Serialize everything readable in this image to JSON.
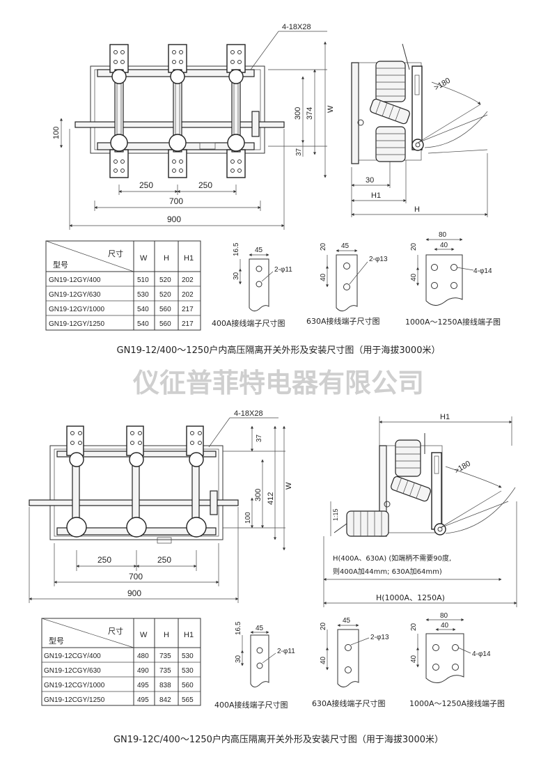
{
  "watermark": "仪征普菲特电器有限公司",
  "top": {
    "caption": "GN19-12/400～1250户内高压隔离开关外形及安装尺寸图（用于海拔3000米）",
    "front": {
      "hole": "4-18X28",
      "d250a": "250",
      "d250b": "250",
      "d700": "700",
      "d900": "900",
      "d300": "300",
      "d374": "374",
      "dW": "W",
      "d100": "100",
      "d37": "37"
    },
    "side": {
      "angle": ">180",
      "d30": "30",
      "dH1": "H1",
      "dH": "H"
    },
    "table": {
      "header_size": "尺寸",
      "header_model": "型号",
      "cols": [
        "W",
        "H",
        "H1"
      ],
      "rows": [
        [
          "GN19-12GY/400",
          "510",
          "520",
          "202"
        ],
        [
          "GN19-12GY/630",
          "530",
          "520",
          "202"
        ],
        [
          "GN19-12GY/1000",
          "540",
          "560",
          "217"
        ],
        [
          "GN19-12GY/1250",
          "540",
          "560",
          "217"
        ]
      ]
    },
    "terminals": [
      {
        "caption": "400A接线端子尺寸图",
        "w": "45",
        "top": "16.5",
        "gap": "30",
        "hole": "2-φ11"
      },
      {
        "caption": "630A接线端子尺寸图",
        "w": "45",
        "top": "20",
        "gap": "40",
        "hole": "2-φ13"
      },
      {
        "caption": "1000A～1250A接线端子图",
        "w": "80",
        "w2": "40",
        "top": "20",
        "gap": "40",
        "hole": "4-φ14"
      }
    ]
  },
  "bottom": {
    "caption": "GN19-12C/400～1250户内高压隔离开关外形及安装尺寸图（用于海拔3000米）",
    "front": {
      "hole": "4-18X28",
      "d250a": "250",
      "d250b": "250",
      "d700": "700",
      "d900": "900",
      "d37": "37",
      "d300": "300",
      "d412": "412",
      "dW": "W",
      "d100": "100"
    },
    "side": {
      "dH1": "H1",
      "angle": ">180",
      "d15": "1:15",
      "note1": "H(400A、630A) (如端柄不需要90度,",
      "note2": "则400A加44mm; 630A加64mm)",
      "note3": "H(1000A、1250A)"
    },
    "table": {
      "header_size": "尺寸",
      "header_model": "型号",
      "cols": [
        "W",
        "H",
        "H1"
      ],
      "rows": [
        [
          "GN19-12CGY/400",
          "480",
          "735",
          "530"
        ],
        [
          "GN19-12CGY/630",
          "490",
          "735",
          "530"
        ],
        [
          "GN19-12CGY/1000",
          "495",
          "838",
          "560"
        ],
        [
          "GN19-12CGY/1250",
          "495",
          "842",
          "565"
        ]
      ]
    },
    "terminals": [
      {
        "caption": "400A接线端子尺寸图",
        "w": "45",
        "top": "16.5",
        "gap": "30",
        "hole": "2-φ11"
      },
      {
        "caption": "630A接线端子尺寸图",
        "w": "45",
        "top": "20",
        "gap": "40",
        "hole": "2-φ13"
      },
      {
        "caption": "1000A～1250A接线端子图",
        "w": "80",
        "w2": "40",
        "top": "20",
        "gap": "40",
        "hole": "4-φ14"
      }
    ]
  }
}
